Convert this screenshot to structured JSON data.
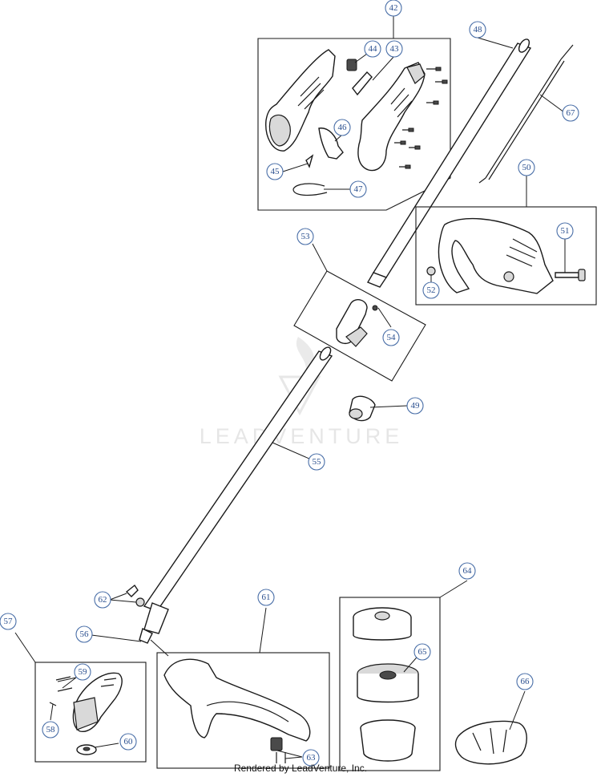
{
  "watermark": "LEADVENTURE",
  "footer": "Rendered by LeadVenture, Inc.",
  "callouts": [
    {
      "id": "c42",
      "label": "42"
    },
    {
      "id": "c43",
      "label": "43"
    },
    {
      "id": "c44",
      "label": "44"
    },
    {
      "id": "c45",
      "label": "45"
    },
    {
      "id": "c46",
      "label": "46"
    },
    {
      "id": "c47",
      "label": "47"
    },
    {
      "id": "c48",
      "label": "48"
    },
    {
      "id": "c49",
      "label": "49"
    },
    {
      "id": "c50",
      "label": "50"
    },
    {
      "id": "c51",
      "label": "51"
    },
    {
      "id": "c52",
      "label": "52"
    },
    {
      "id": "c53",
      "label": "53"
    },
    {
      "id": "c54",
      "label": "54"
    },
    {
      "id": "c55",
      "label": "55"
    },
    {
      "id": "c56",
      "label": "56"
    },
    {
      "id": "c57",
      "label": "57"
    },
    {
      "id": "c58",
      "label": "58"
    },
    {
      "id": "c59",
      "label": "59"
    },
    {
      "id": "c60",
      "label": "60"
    },
    {
      "id": "c61",
      "label": "61"
    },
    {
      "id": "c62",
      "label": "62"
    },
    {
      "id": "c63",
      "label": "63"
    },
    {
      "id": "c64",
      "label": "64"
    },
    {
      "id": "c65",
      "label": "65"
    },
    {
      "id": "c66",
      "label": "66"
    },
    {
      "id": "c67",
      "label": "67"
    }
  ]
}
